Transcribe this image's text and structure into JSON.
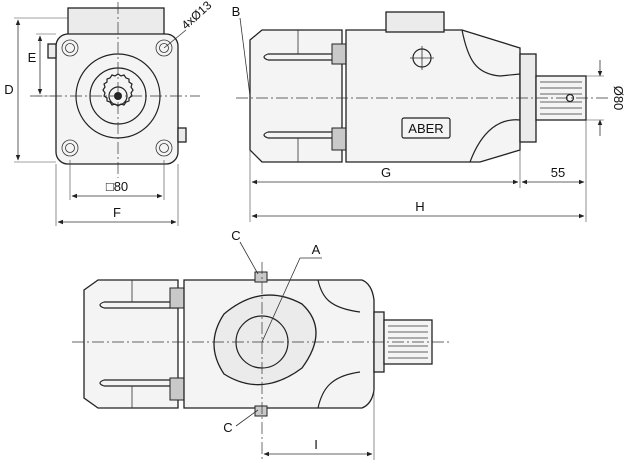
{
  "labels": {
    "d": "D",
    "e": "E",
    "f": "F",
    "g": "G",
    "h": "H",
    "i": "I",
    "flange_square": "□80",
    "bolt_holes": "4xØ13",
    "shaft_diameter": "Ø80",
    "shaft_length": "55",
    "b": "B",
    "a": "A",
    "c_top": "C",
    "c_bottom": "C",
    "brand": "ABER"
  }
}
